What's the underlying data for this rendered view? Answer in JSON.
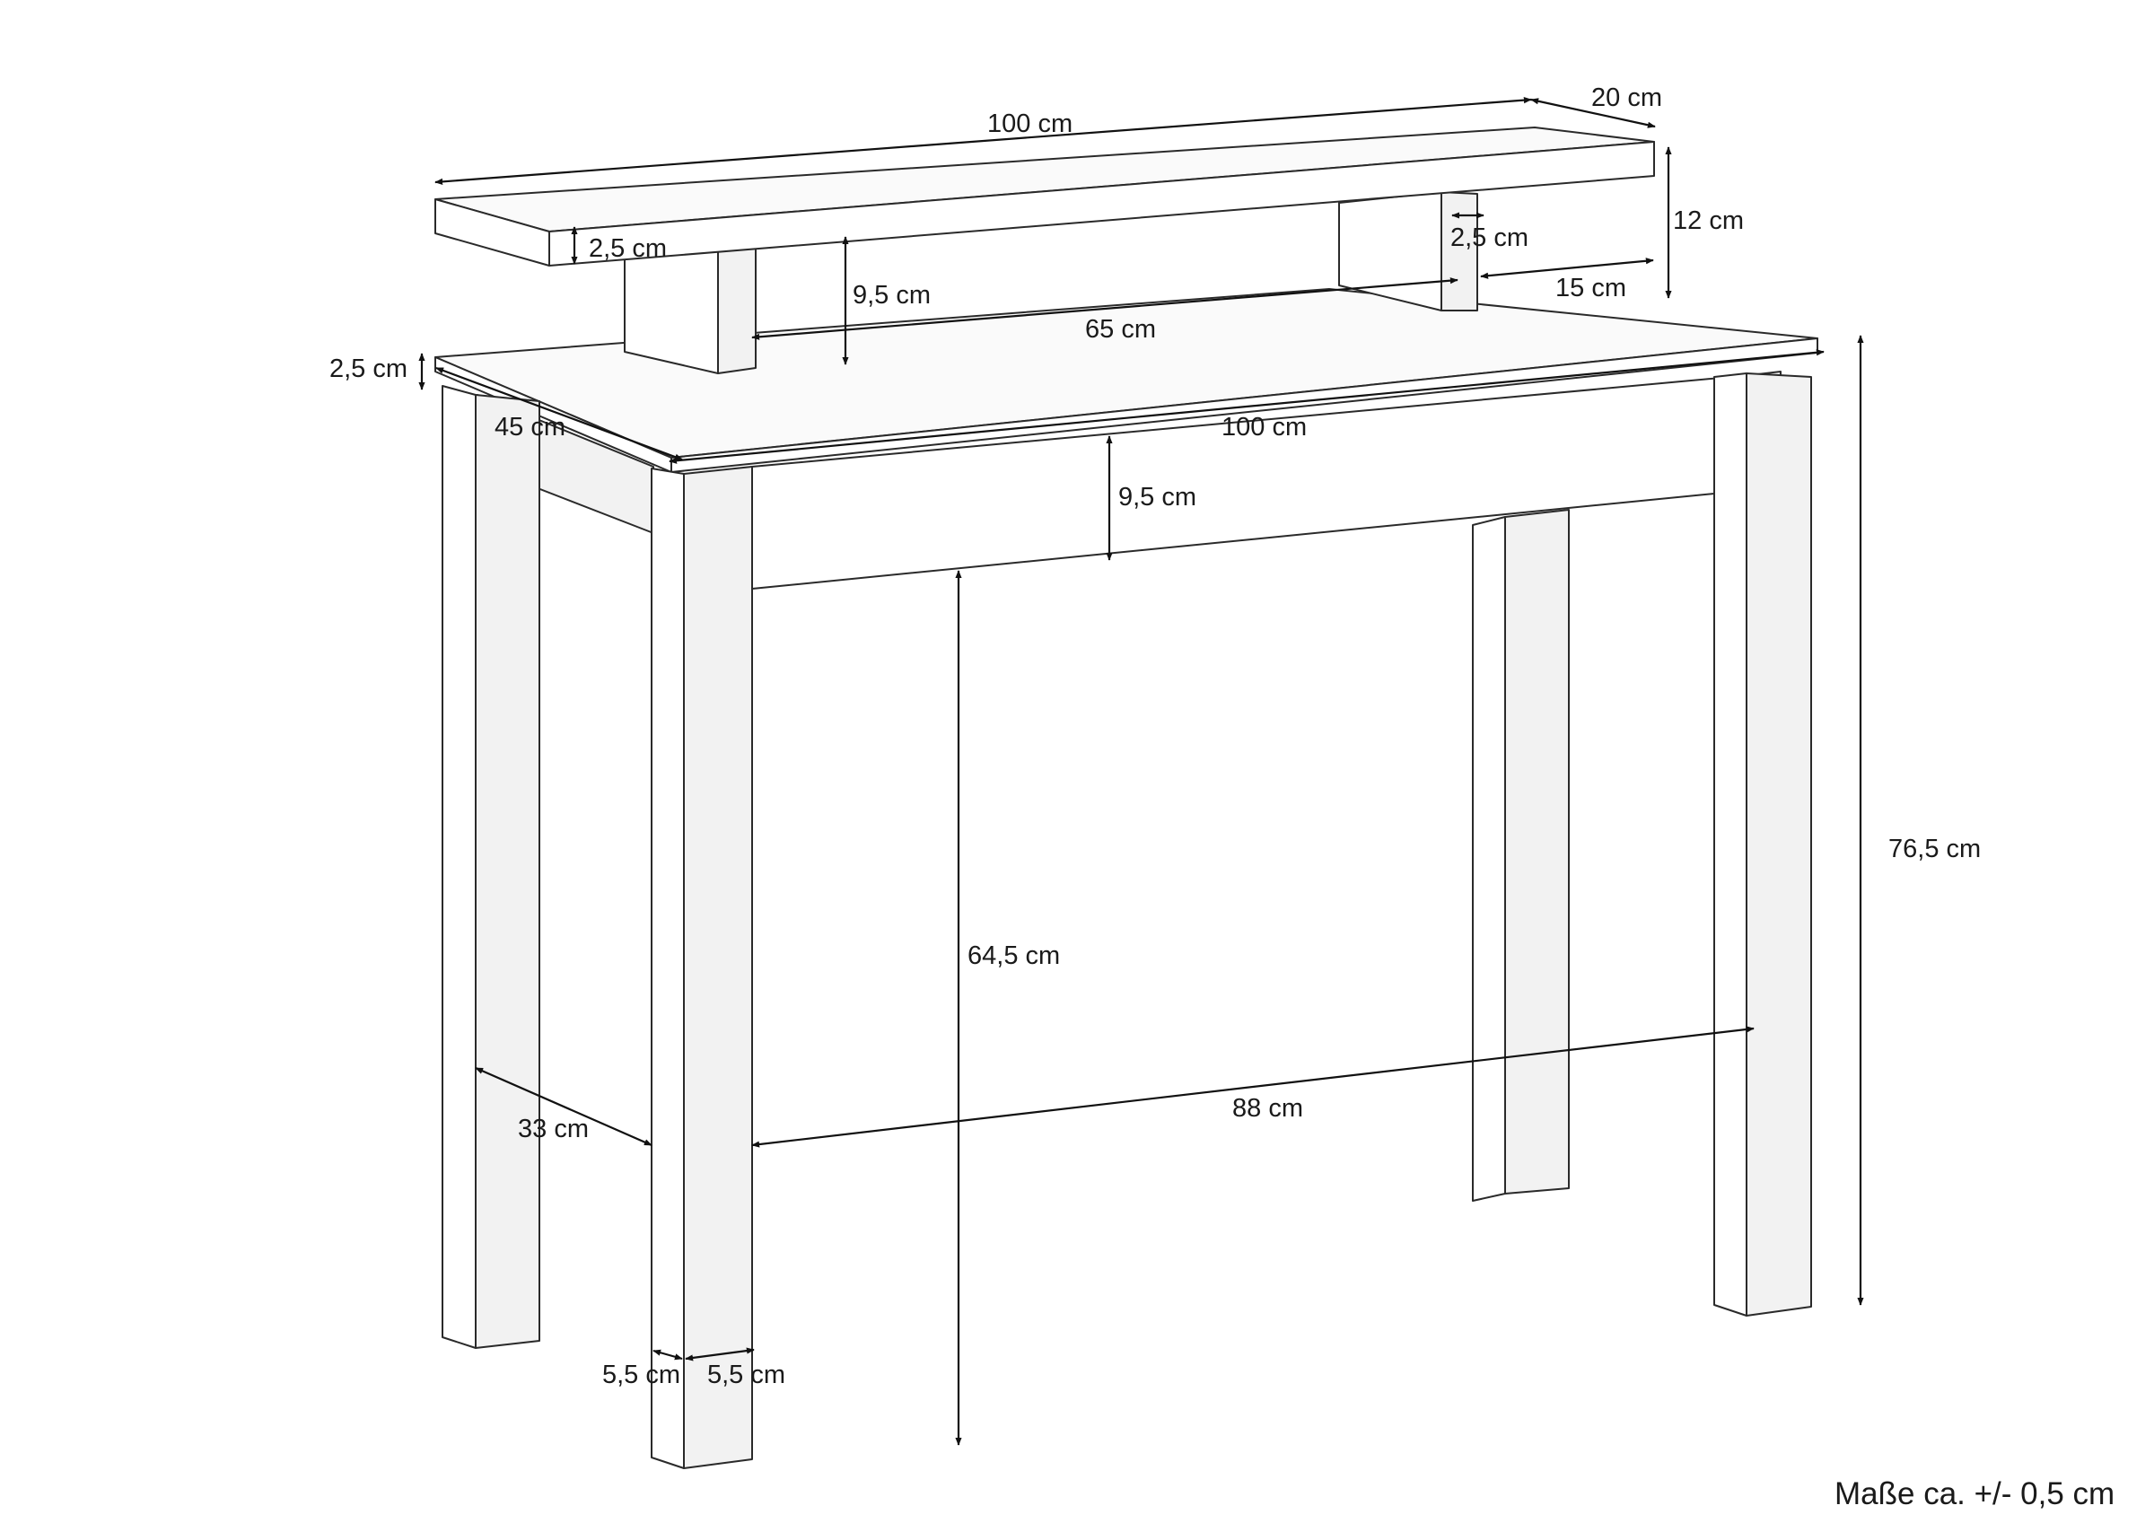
{
  "dimensions": {
    "shelf_width": "100 cm",
    "shelf_depth": "20 cm",
    "shelf_thickness": "2,5 cm",
    "shelf_total_height": "12 cm",
    "support_thickness": "2,5 cm",
    "support_inset": "15 cm",
    "shelf_clearance": "9,5 cm",
    "support_spacing": "65 cm",
    "table_top_thickness": "2,5 cm",
    "table_depth": "45 cm",
    "table_width": "100 cm",
    "apron_height": "9,5 cm",
    "total_height": "76,5 cm",
    "leg_clearance": "64,5 cm",
    "leg_depth_spacing": "33 cm",
    "leg_width_spacing": "88 cm",
    "leg_size_a": "5,5 cm",
    "leg_size_b": "5,5 cm"
  },
  "footnote": "Maße ca. +/- 0,5 cm"
}
